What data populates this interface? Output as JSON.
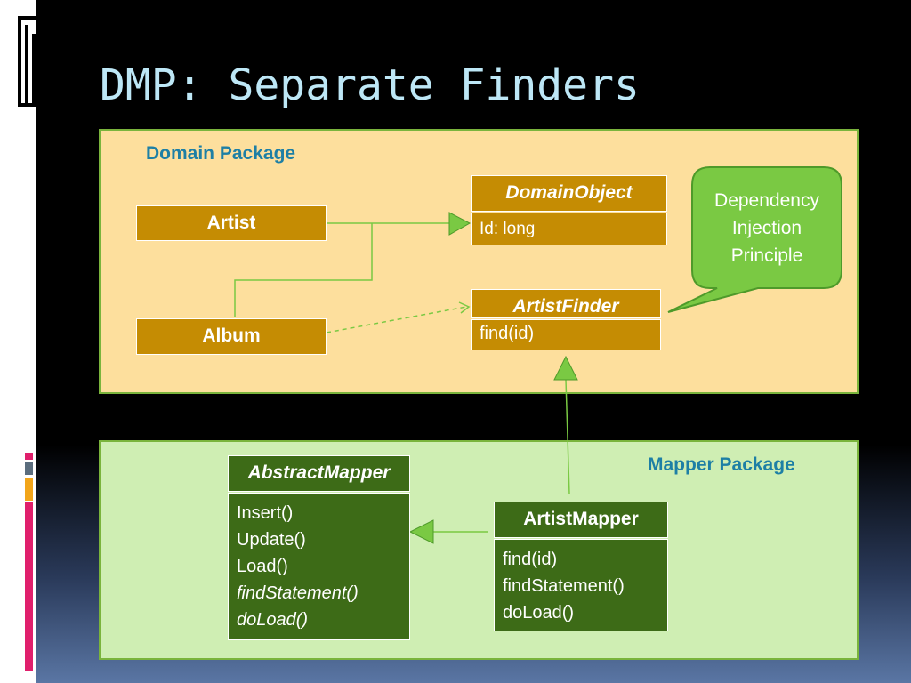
{
  "slide": {
    "title": "DMP: Separate Finders"
  },
  "domain_package": {
    "label": "Domain Package",
    "classes": {
      "artist": {
        "name": "Artist"
      },
      "album": {
        "name": "Album"
      },
      "domain_object": {
        "name": "DomainObject",
        "fields": [
          "Id: long"
        ]
      },
      "artist_finder": {
        "name": "ArtistFinder",
        "methods": [
          "find(id)"
        ]
      }
    }
  },
  "callout": {
    "lines": [
      "Dependency",
      "Injection",
      "Principle"
    ]
  },
  "mapper_package": {
    "label": "Mapper Package",
    "classes": {
      "abstract_mapper": {
        "name": "AbstractMapper",
        "methods": [
          "Insert()",
          "Update()",
          "Load()",
          "findStatement()",
          "doLoad()"
        ]
      },
      "artist_mapper": {
        "name": "ArtistMapper",
        "methods": [
          "find(id)",
          "findStatement()",
          "doLoad()"
        ]
      }
    }
  },
  "colors": {
    "title": "#bde7f6",
    "domain_package_fill": "#fddf9d",
    "mapper_package_fill": "#cfeeb3",
    "package_label": "#1d7fa5",
    "gold_class": "#c58c03",
    "green_class": "#3d6b17",
    "connector": "#7ac943"
  }
}
